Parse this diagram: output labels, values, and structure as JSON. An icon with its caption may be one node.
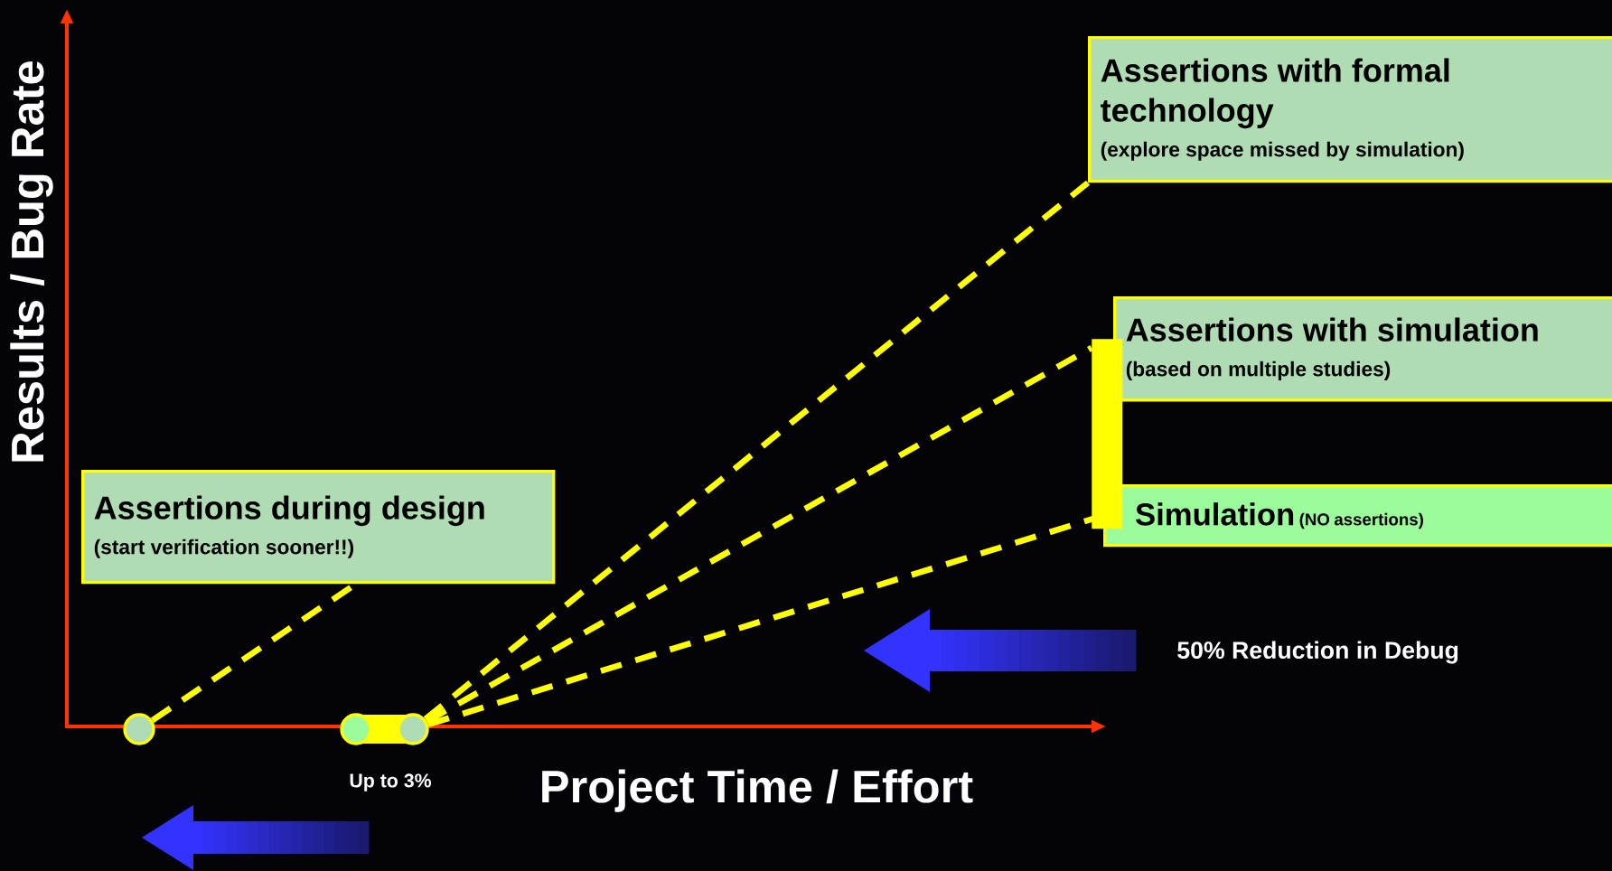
{
  "diagram": {
    "nodes": [
      {
        "text": [
          "Assertions during design",
          "(start verification sooner!!)"
        ]
      },
      {
        "text": [
          "Assertions with formal technology",
          "(explore space missed by simulation)"
        ]
      },
      {
        "text": [
          "Assertions with simulation",
          "(based on multiple studies)"
        ]
      },
      {
        "text": [
          "Simulation",
          "(NO assertions)"
        ]
      },
      {
        "text": [],
        "shape": "circle"
      },
      {
        "text": [],
        "shape": "circle"
      },
      {
        "text": [],
        "shape": "circle"
      },
      {
        "text": [],
        "shape": "bar"
      }
    ],
    "edges": [
      {
        "from": 4,
        "to": 0,
        "arrow": "none",
        "style": "dashed"
      },
      {
        "from": 6,
        "to": 1,
        "arrow": "none",
        "style": "dashed"
      },
      {
        "from": 6,
        "to": 7,
        "arrow": "none",
        "style": "dashed"
      },
      {
        "from": 6,
        "to": 3,
        "arrow": "none",
        "style": "dashed"
      }
    ],
    "labels": [
      "Results / Bug Rate",
      "Project Time / Effort",
      "Up to 3%",
      "50% Reduction in Debug"
    ]
  }
}
